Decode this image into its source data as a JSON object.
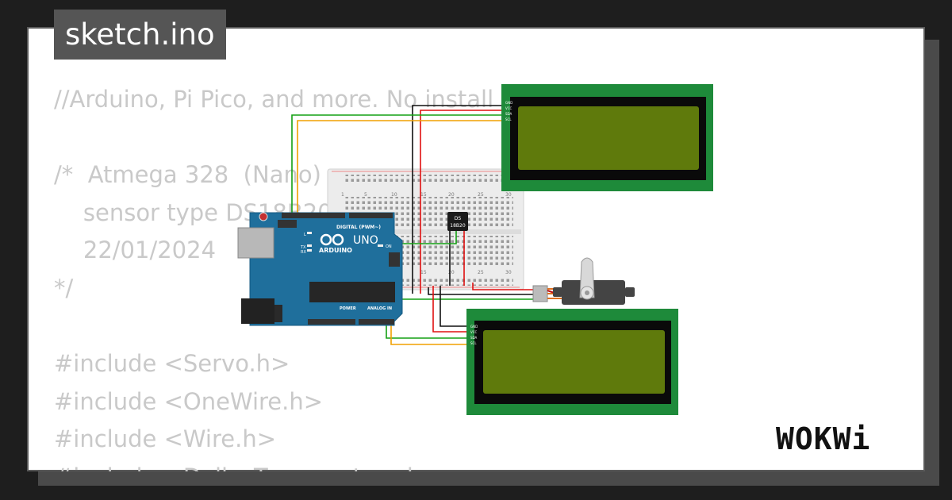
{
  "tab": {
    "title": "sketch.ino"
  },
  "code_lines": [
    "//Arduino, Pi Pico, and more. No install",
    "",
    "/*  Atmega 328  (Nano)",
    "    sensor type DS18B20",
    "    22/01/2024",
    "*/",
    "",
    "#include <Servo.h>",
    "#include <OneWire.h>",
    "#include <Wire.h>",
    "#include <DallasTemperature.h>"
  ],
  "arduino": {
    "brand": "ARDUINO",
    "model": "UNO",
    "digital_label": "DIGITAL (PWM~)",
    "power_label": "POWER",
    "analog_label": "ANALOG IN",
    "on_label": "ON",
    "l_label": "L",
    "tx_label": "TX",
    "rx_label": "RX"
  },
  "sensor": {
    "line1": "DS",
    "line2": "18B20"
  },
  "lcd_pins": [
    "GND",
    "VCC",
    "SDA",
    "SCL"
  ],
  "breadboard": {
    "col_labels": [
      "1",
      "5",
      "10",
      "15",
      "20",
      "25",
      "30"
    ]
  },
  "logo": {
    "text": "WOKWi"
  },
  "colors": {
    "lcd_board": "#1e8a3a",
    "lcd_screen": "#5f7a0c",
    "arduino_board": "#1f6f9c",
    "wire_green": "#14a014",
    "wire_orange": "#f0a000",
    "wire_red": "#e01010",
    "wire_black": "#111111"
  }
}
